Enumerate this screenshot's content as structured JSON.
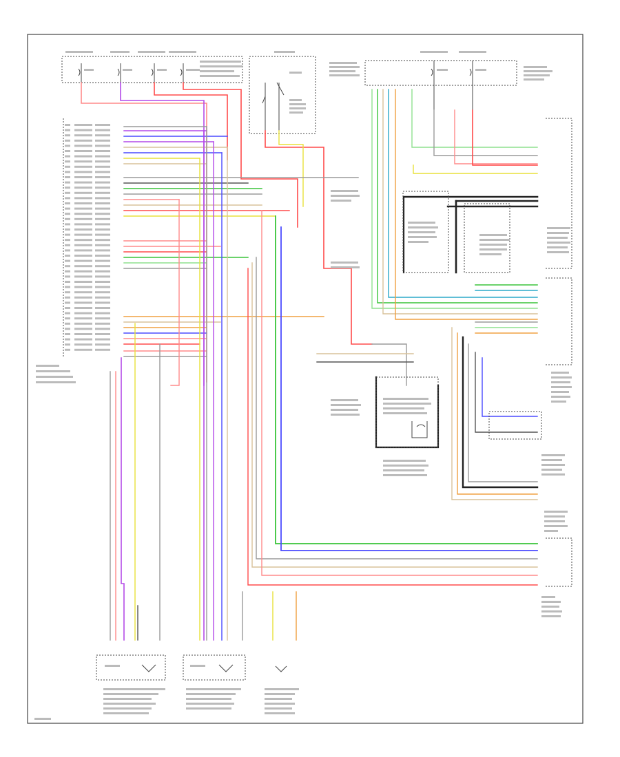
{
  "footer": {
    "code": ""
  },
  "colors": {
    "red": "#ff4a4a",
    "pink": "#ff8a8a",
    "blue": "#4a4aff",
    "violet": "#b44ae8",
    "green": "#39c439",
    "lightgreen": "#8ee08e",
    "yellow": "#e8e03a",
    "orange": "#f0a040",
    "gray": "#9a9a9a",
    "darkgray": "#555555",
    "tan": "#d8c29a",
    "teal": "#2aa9c9",
    "black": "#222222"
  },
  "components": [
    {
      "id": "control-module",
      "label": ""
    },
    {
      "id": "transmission-range-switch",
      "label": ""
    },
    {
      "id": "input-speed-sensor",
      "label": ""
    },
    {
      "id": "output-speed-sensor",
      "label": ""
    },
    {
      "id": "ecm",
      "label": ""
    },
    {
      "id": "shift-lock-solenoid",
      "label": ""
    },
    {
      "id": "transmission-solenoids",
      "label": ""
    }
  ]
}
